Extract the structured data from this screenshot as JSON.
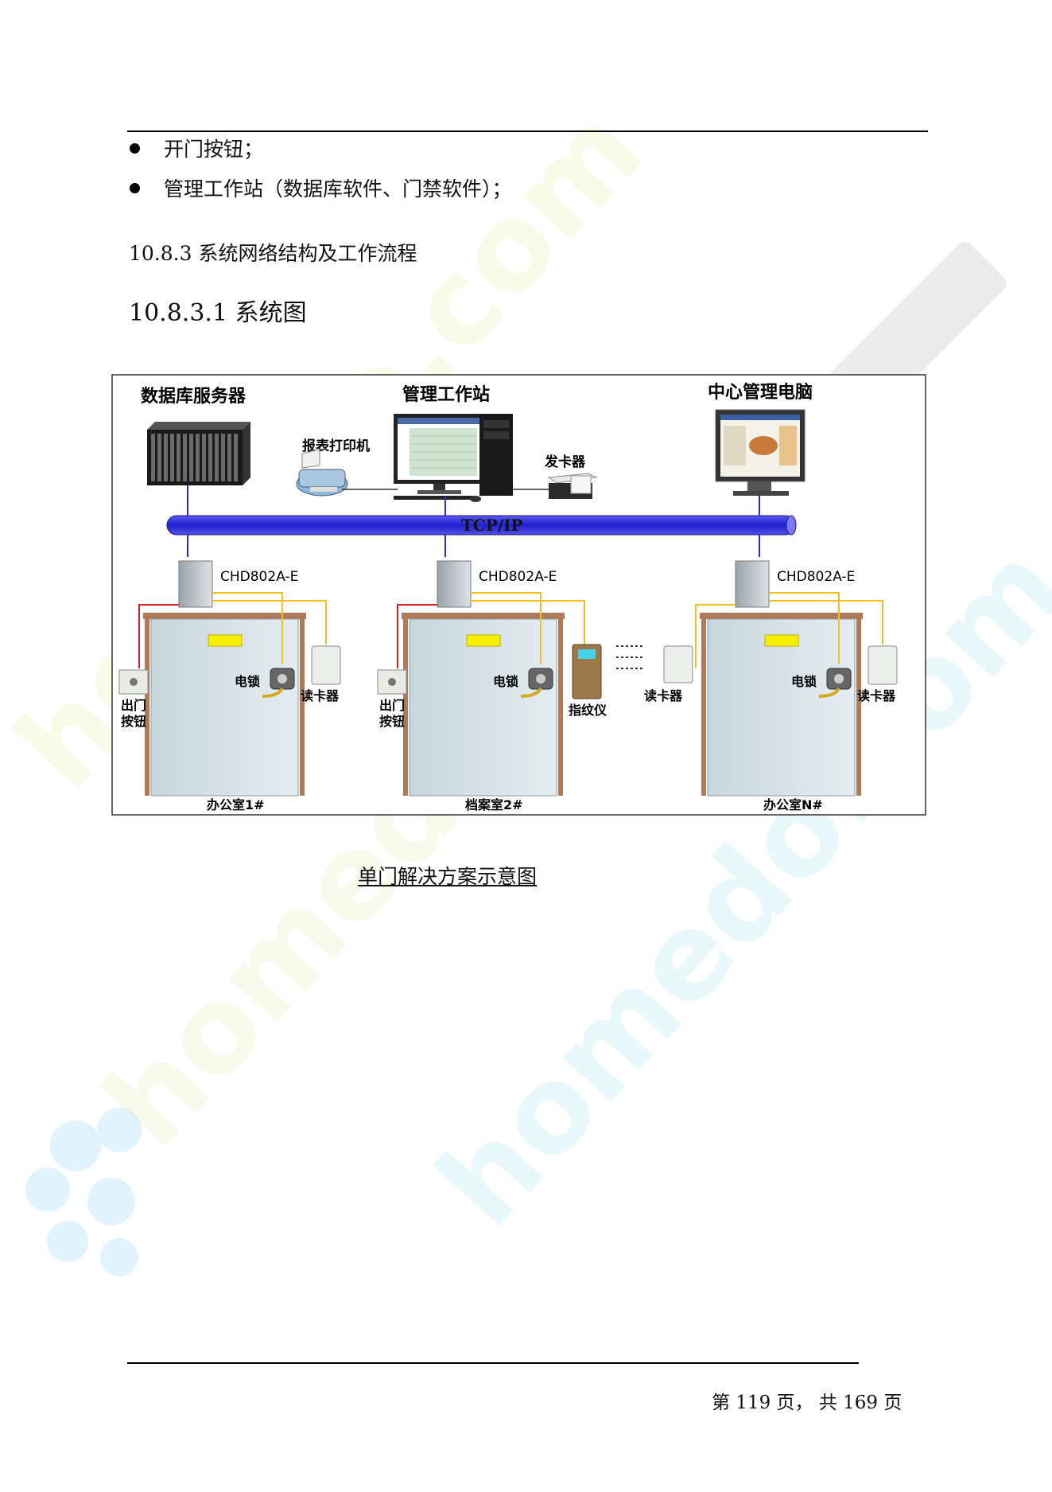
{
  "bullets": [
    "开门按钮；",
    "管理工作站（数据库软件、门禁软件）；"
  ],
  "section_heading": "10.8.3 系统网络结构及工作流程",
  "subsection_heading": "10.8.3.1 系统图",
  "diagram": {
    "top_labels": {
      "db_server": "数据库服务器",
      "workstation": "管理工作站",
      "center_pc": "中心管理电脑",
      "printer": "报表打印机",
      "card_issuer": "发卡器"
    },
    "network_label": "TCP/IP",
    "controller_label": "CHD802A-E",
    "doors": [
      {
        "room": "办公室1#",
        "left_device": "出门按钮",
        "lock": "电锁",
        "right_device": "读卡器"
      },
      {
        "room": "档案室2#",
        "left_device": "出门按钮",
        "lock": "电锁",
        "right_device": "指纹仪"
      },
      {
        "room": "办公室N#",
        "left_device": "读卡器",
        "lock": "电锁",
        "right_device": "读卡器"
      }
    ],
    "exit_button_lines": [
      "出门",
      "按钮"
    ]
  },
  "caption": "单门解决方案示意图",
  "footer": "第 119 页， 共 169 页",
  "watermark": "homedo.com",
  "colors": {
    "network_pipe": "#2a2ad8",
    "red_wire": "#d81e1e",
    "yellow_wire": "#f0c020",
    "door": "#d8e4ea",
    "frame": "#b07a58"
  }
}
